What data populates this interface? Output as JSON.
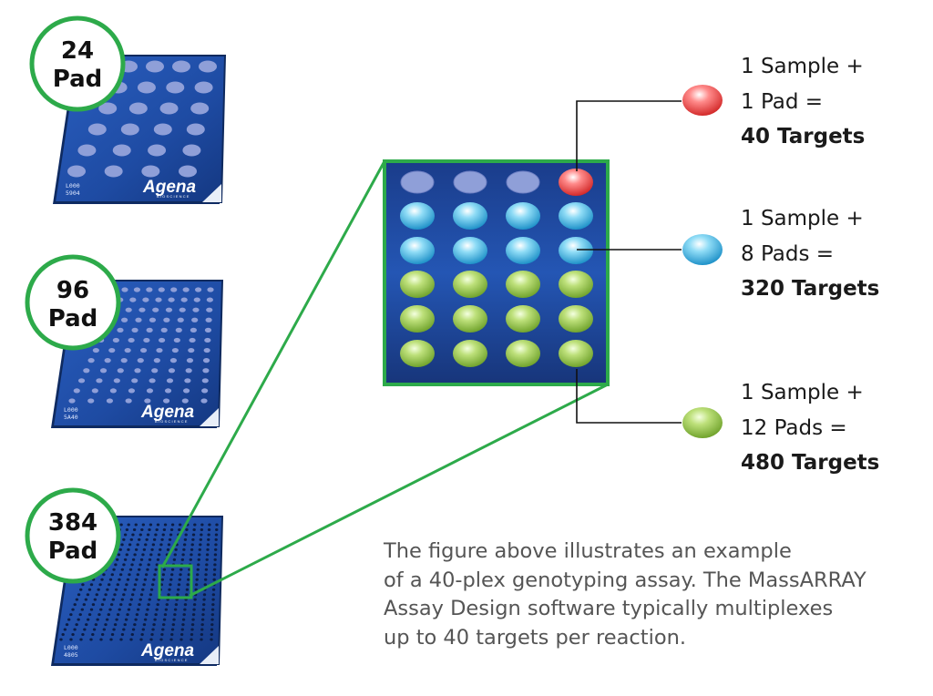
{
  "chips": [
    {
      "badge_line1": "24",
      "badge_line2": "Pad",
      "logo": "Agena",
      "logo_sub": "BIOSCIENCE",
      "code_line1": "L000",
      "code_line2": "5904"
    },
    {
      "badge_line1": "96",
      "badge_line2": "Pad",
      "logo": "Agena",
      "logo_sub": "BIOSCIENCE",
      "code_line1": "L000",
      "code_line2": "5A40"
    },
    {
      "badge_line1": "384",
      "badge_line2": "Pad",
      "logo": "Agena",
      "logo_sub": "BIOSCIENCE",
      "code_line1": "L000",
      "code_line2": "4805"
    }
  ],
  "legend": [
    {
      "line1": "1 Sample +",
      "line2": "1 Pad =",
      "line3": "40 Targets",
      "color": "red"
    },
    {
      "line1": "1 Sample +",
      "line2": "8 Pads =",
      "line3": "320 Targets",
      "color": "blue"
    },
    {
      "line1": "1 Sample +",
      "line2": "12 Pads =",
      "line3": "480 Targets",
      "color": "green"
    }
  ],
  "caption": {
    "line1": "The figure above illustrates an example",
    "line2": "of a 40-plex genotyping assay. The MassARRAY",
    "line3": "Assay Design software typically multiplexes",
    "line4": "up to 40 targets per reaction."
  },
  "colors": {
    "chip_blue": "#1f4fa8",
    "badge_ring": "#2daa4a",
    "zoom_frame": "#2daa4a",
    "pad_empty": "#8f9fd8",
    "drop_red": "#ee4444",
    "drop_blue": "#39b8e8",
    "drop_green": "#8cc43a"
  }
}
